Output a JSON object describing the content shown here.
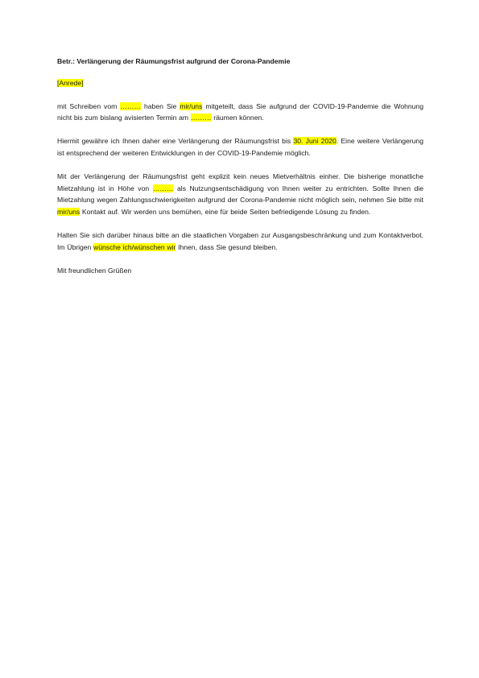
{
  "letter": {
    "subject": "Betr.: Verlängerung der Räumungsfrist aufgrund der Corona-Pandemie",
    "salutation": "[Anrede]",
    "p1": {
      "t1": "mit Schreiben vom ",
      "h1": "………",
      "t2": " haben Sie ",
      "h2": "mir/uns",
      "t3": " mitgeteilt, dass Sie aufgrund der COVID-19-Pandemie die Wohnung nicht bis zum bislang avisierten Termin am ",
      "h3": "………",
      "t4": " räumen können."
    },
    "p2": {
      "t1": "Hiermit gewähre ich Ihnen daher eine Verlängerung der Räumungsfrist bis ",
      "h1": "30. Juni 2020",
      "t2": ". Eine weitere Verlängerung ist entsprechend der weiteren Entwicklungen in der COVID-19-Pandemie möglich."
    },
    "p3": {
      "t1": "Mit der Verlängerung der Räumungsfrist geht explizit kein neues Mietverhältnis einher. Die bisherige monatliche Mietzahlung ist in Höhe von ",
      "h1": "………",
      "t2": " als Nutzungsentschädigung von Ihnen weiter zu entrichten. Sollte Ihnen die Mietzahlung wegen Zahlungsschwierigkeiten aufgrund der Corona-Pandemie nicht möglich sein, nehmen Sie bitte mit ",
      "h2": "mir/uns",
      "t3": " Kontakt auf. Wir werden uns bemühen, eine für beide Seiten befriedigende Lösung zu finden."
    },
    "p4": {
      "t1": "Halten Sie sich darüber hinaus bitte an die staatlichen Vorgaben zur Ausgangsbeschränkung und zum Kontaktverbot. Im Übrigen ",
      "h1": "wünsche ich/wünschen wir",
      "t2": " Ihnen, dass Sie gesund bleiben."
    },
    "closing": "Mit freundlichen Grüßen"
  },
  "colors": {
    "highlight": "#ffff00",
    "text": "#1a1a1a",
    "background": "#ffffff"
  }
}
